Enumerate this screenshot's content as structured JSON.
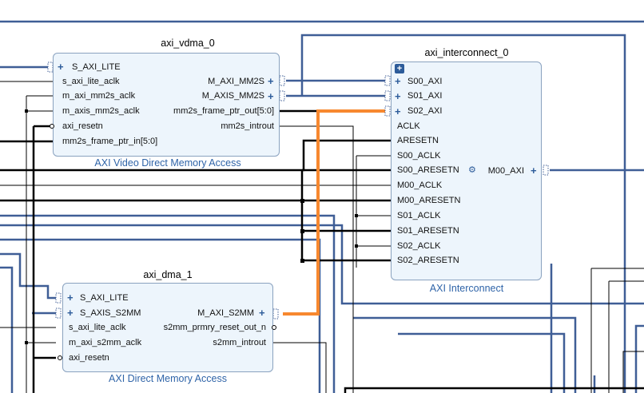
{
  "vdma": {
    "name": "axi_vdma_0",
    "subtitle": "AXI Video Direct Memory Access",
    "left_ports": [
      "S_AXI_LITE",
      "s_axi_lite_aclk",
      "m_axi_mm2s_aclk",
      "m_axis_mm2s_aclk",
      "axi_resetn",
      "mm2s_frame_ptr_in[5:0]"
    ],
    "right_ports": [
      "M_AXI_MM2S",
      "M_AXIS_MM2S",
      "mm2s_frame_ptr_out[5:0]",
      "mm2s_introut"
    ]
  },
  "interconnect": {
    "name": "axi_interconnect_0",
    "subtitle": "AXI Interconnect",
    "left_ports": [
      "S00_AXI",
      "S01_AXI",
      "S02_AXI",
      "ACLK",
      "ARESETN",
      "S00_ACLK",
      "S00_ARESETN",
      "M00_ACLK",
      "M00_ARESETN",
      "S01_ACLK",
      "S01_ARESETN",
      "S02_ACLK",
      "S02_ARESETN"
    ],
    "right_ports": [
      "M00_AXI"
    ]
  },
  "dma": {
    "name": "axi_dma_1",
    "subtitle": "AXI Direct Memory Access",
    "left_ports": [
      "S_AXI_LITE",
      "S_AXIS_S2MM",
      "s_axi_lite_aclk",
      "m_axi_s2mm_aclk",
      "axi_resetn"
    ],
    "right_ports": [
      "M_AXI_S2MM",
      "s2mm_prmry_reset_out_n",
      "s2mm_introut"
    ]
  },
  "colors": {
    "bus": "#3f5e96",
    "wire": "#000000",
    "highlight": "#f7882f",
    "block_fill": "#edf5fc",
    "block_border": "#8aa2bf",
    "subtitle": "#2f64a8"
  },
  "icons": {
    "bus_expand": "plus-icon",
    "collapse": "collapse-icon",
    "net_open": "open-pin-icon",
    "interconnect_gear": "gear-icon"
  }
}
